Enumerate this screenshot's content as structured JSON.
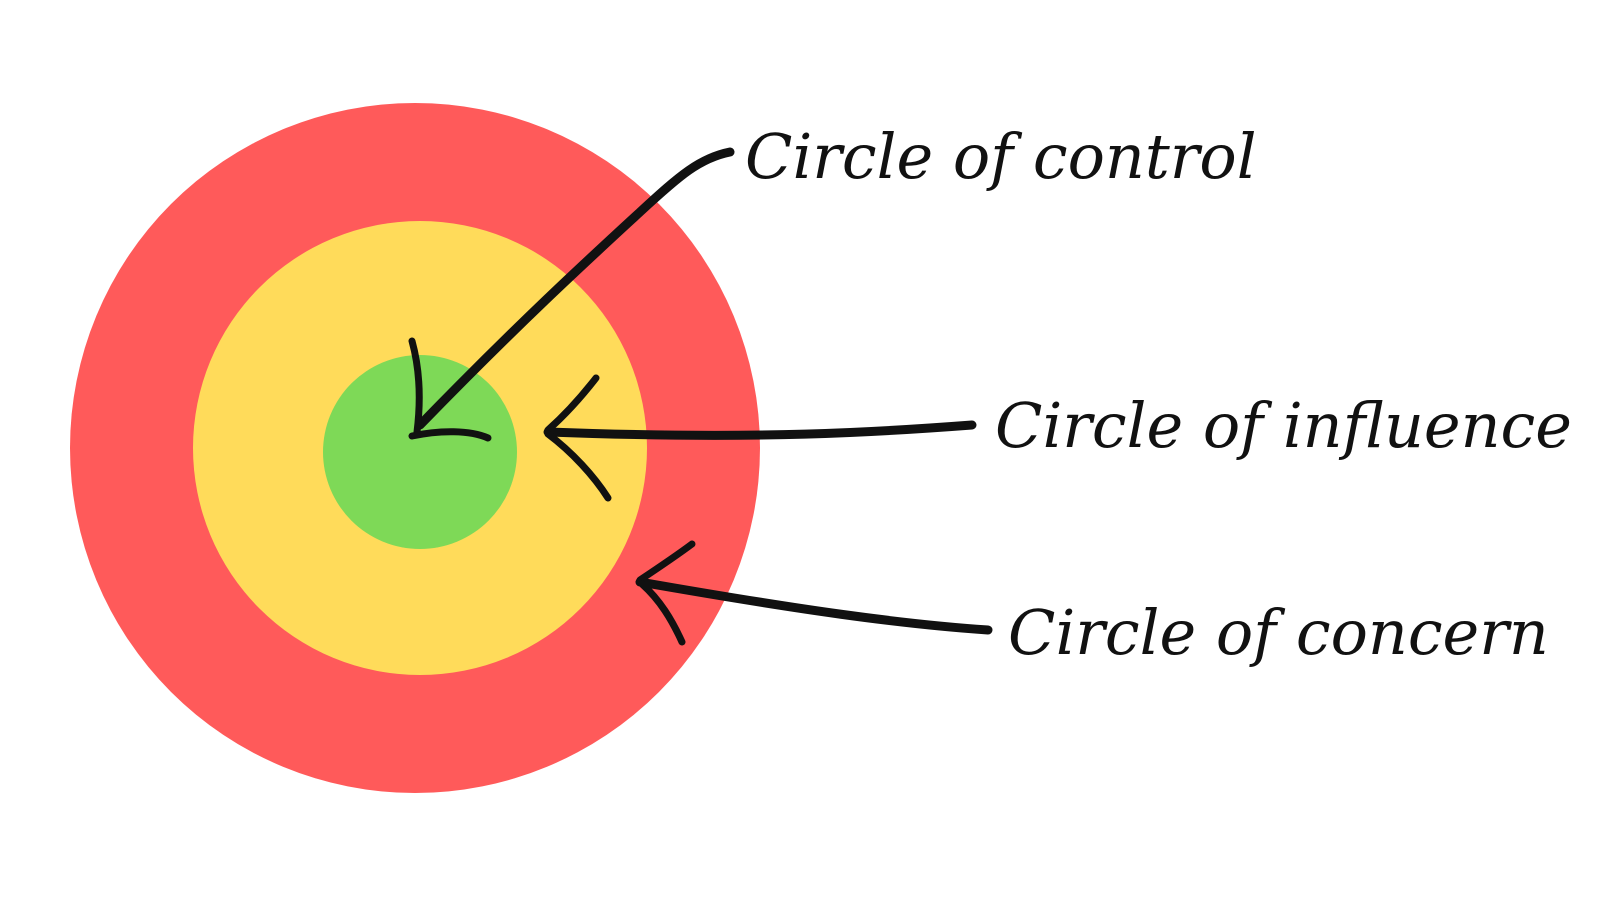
{
  "circles": [
    {
      "key": "concern",
      "label": "Circle of concern",
      "color": "#FF5A5A"
    },
    {
      "key": "influence",
      "label": "Circle of influence",
      "color": "#FFDB5A"
    },
    {
      "key": "control",
      "label": "Circle of control",
      "color": "#7ED957"
    }
  ],
  "background_color": "#FFFFFF",
  "ink_color": "#111111"
}
